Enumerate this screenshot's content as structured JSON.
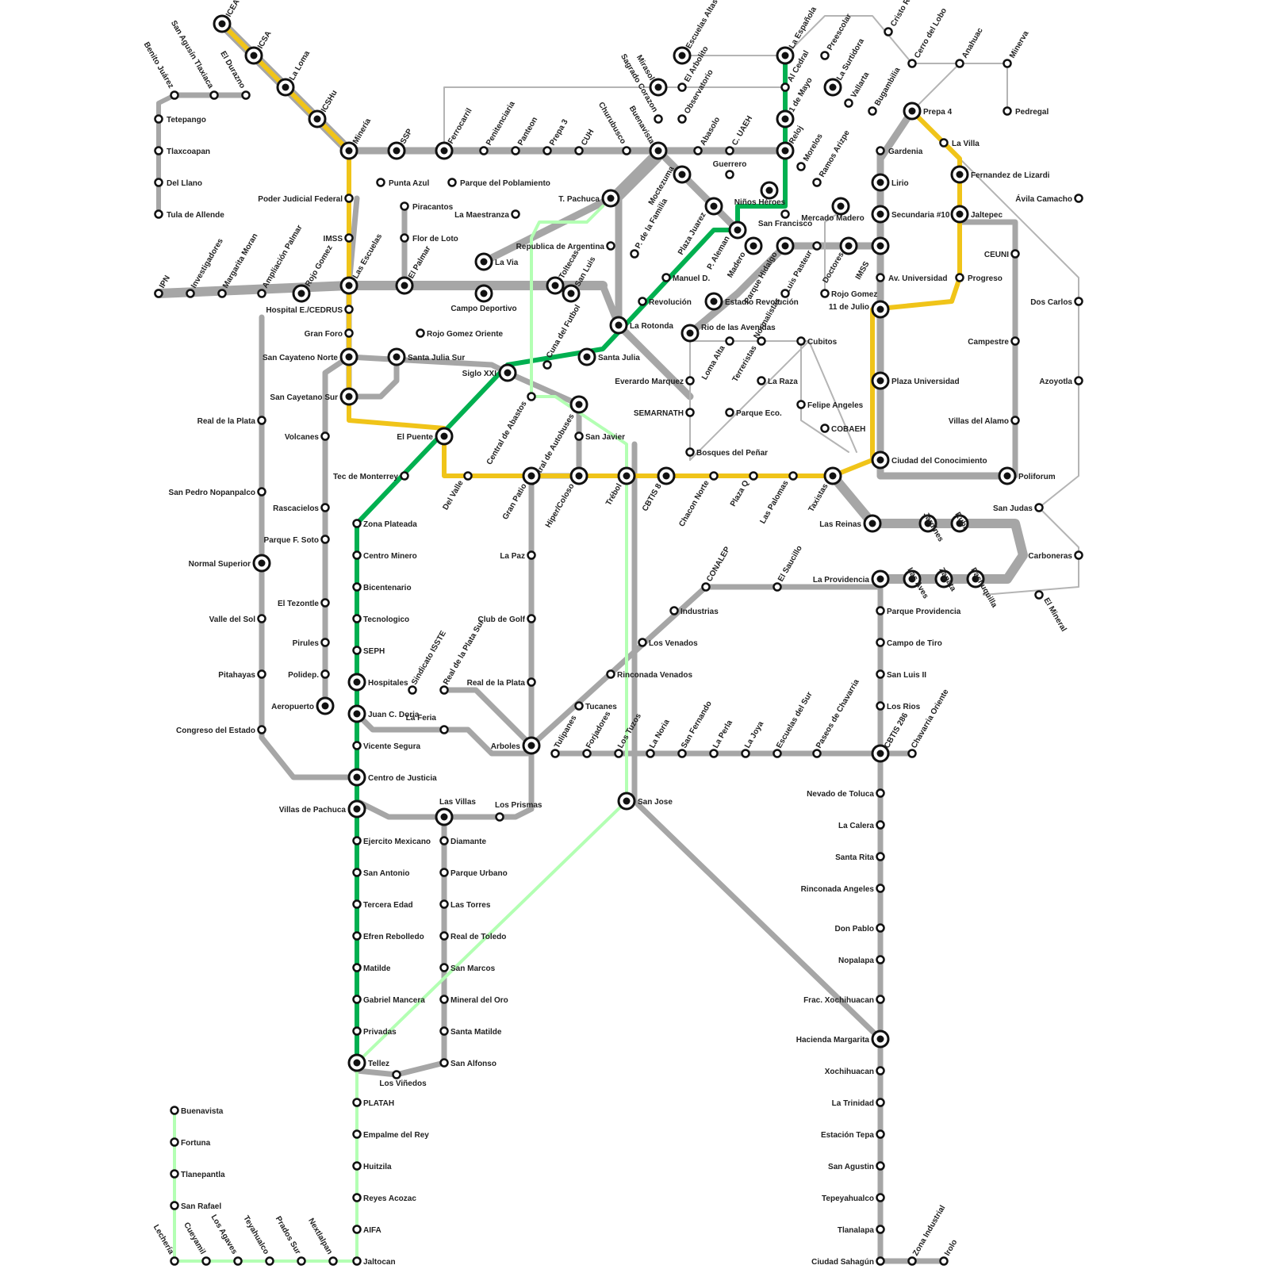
{
  "colors": {
    "gray_line": "#a6a6a6",
    "thin_gray": "#b4b4b4",
    "yellow_line": "#f0c419",
    "green_line": "#00b050",
    "light_green_line": "#b3ffb3",
    "station_stroke": "#111111",
    "station_fill": "#ffffff",
    "label": "#222222"
  },
  "stations": [
    {
      "name": "ICEA",
      "hub": true
    },
    {
      "name": "ICSA",
      "hub": true
    },
    {
      "name": "La Loma",
      "hub": true
    },
    {
      "name": "ICSHu",
      "hub": true
    },
    {
      "name": "Minería",
      "hub": true
    },
    {
      "name": "SSP",
      "hub": true
    },
    {
      "name": "Ferrocarril",
      "hub": true
    },
    {
      "name": "Penitenciaria",
      "hub": false
    },
    {
      "name": "Panteon",
      "hub": false
    },
    {
      "name": "Prepa 3",
      "hub": false
    },
    {
      "name": "CUH",
      "hub": false
    },
    {
      "name": "Churubusco",
      "hub": false
    },
    {
      "name": "Buenavista",
      "hub": true
    },
    {
      "name": "Abasolo",
      "hub": false
    },
    {
      "name": "C. UAEH",
      "hub": false
    },
    {
      "name": "Reloj",
      "hub": true
    },
    {
      "name": "Morelos",
      "hub": false
    },
    {
      "name": "Ramos Arizpe",
      "hub": false
    },
    {
      "name": "Benito Juárez",
      "hub": false
    },
    {
      "name": "San Agusín Tlaxiaca",
      "hub": false
    },
    {
      "name": "El Durazno",
      "hub": false
    },
    {
      "name": "Tetepango",
      "hub": false
    },
    {
      "name": "Tlaxcoapan",
      "hub": false
    },
    {
      "name": "Del Llano",
      "hub": false
    },
    {
      "name": "Tula de Allende",
      "hub": false
    },
    {
      "name": "Mirasol",
      "hub": true
    },
    {
      "name": "Sagrado Corazon",
      "hub": false
    },
    {
      "name": "Escuelas Altas",
      "hub": true
    },
    {
      "name": "El Arbolito",
      "hub": false
    },
    {
      "name": "Observatorio",
      "hub": false
    },
    {
      "name": "La Española",
      "hub": true
    },
    {
      "name": "Al Cedral",
      "hub": false
    },
    {
      "name": "1 de Mayo",
      "hub": true
    },
    {
      "name": "Preescolar",
      "hub": false
    },
    {
      "name": "La Surtidora",
      "hub": true
    },
    {
      "name": "Vallarta",
      "hub": false
    },
    {
      "name": "Bugambilia",
      "hub": false
    },
    {
      "name": "Cristo Rey",
      "hub": false
    },
    {
      "name": "Cerro del Lobo",
      "hub": false
    },
    {
      "name": "Anahuac",
      "hub": false
    },
    {
      "name": "Minerva",
      "hub": false
    },
    {
      "name": "Prepa 4",
      "hub": true
    },
    {
      "name": "Pedregal",
      "hub": false
    },
    {
      "name": "La Villa",
      "hub": false
    },
    {
      "name": "Gardenia",
      "hub": false
    },
    {
      "name": "Fernandez de Lizardi",
      "hub": true
    },
    {
      "name": "Lirio",
      "hub": true
    },
    {
      "name": "Secundaria #10",
      "hub": true
    },
    {
      "name": "Jaltepec",
      "hub": true
    },
    {
      "name": "Ávila Camacho",
      "hub": false
    },
    {
      "name": "Punta Azul",
      "hub": false
    },
    {
      "name": "Parque del Poblamiento",
      "hub": false
    },
    {
      "name": "Piracantos",
      "hub": false
    },
    {
      "name": "Flor de Loto",
      "hub": false
    },
    {
      "name": "Poder Judicial Federal",
      "hub": false
    },
    {
      "name": "IMSS",
      "hub": false
    },
    {
      "name": "T. Pachuca",
      "hub": true
    },
    {
      "name": "La Maestranza",
      "hub": false
    },
    {
      "name": "Republica de Argentina",
      "hub": false
    },
    {
      "name": "Guerrero",
      "hub": false
    },
    {
      "name": "Moctezuma",
      "hub": true
    },
    {
      "name": "Niños Héroes",
      "hub": true
    },
    {
      "name": "San Francisco",
      "hub": false
    },
    {
      "name": "Mercado Madero",
      "hub": true
    },
    {
      "name": "IMSS",
      "hub": true
    },
    {
      "name": "CEUNI",
      "hub": false
    },
    {
      "name": "Progreso",
      "hub": false
    },
    {
      "name": "Av. Universidad",
      "hub": false
    },
    {
      "name": "Dos Carlos",
      "hub": false
    },
    {
      "name": "IPN",
      "hub": false
    },
    {
      "name": "Investigadores",
      "hub": false
    },
    {
      "name": "Margarita Moran",
      "hub": false
    },
    {
      "name": "Ampliación Palmar",
      "hub": false
    },
    {
      "name": "Rojo Gomez",
      "hub": true
    },
    {
      "name": "Las Escuelas",
      "hub": true
    },
    {
      "name": "El Palmar",
      "hub": true
    },
    {
      "name": "La Via",
      "hub": true
    },
    {
      "name": "Toltecas",
      "hub": true
    },
    {
      "name": "San Luis",
      "hub": true
    },
    {
      "name": "Campo Deportivo",
      "hub": true
    },
    {
      "name": "P. de la Familia",
      "hub": false
    },
    {
      "name": "Plaza Juarez",
      "hub": true
    },
    {
      "name": "P. Aleman",
      "hub": true
    },
    {
      "name": "Madero",
      "hub": true
    },
    {
      "name": "Parque Hidalgo",
      "hub": true
    },
    {
      "name": "Luis Pasteur",
      "hub": false
    },
    {
      "name": "Normalistas",
      "hub": false
    },
    {
      "name": "Doctores",
      "hub": true
    },
    {
      "name": "Rojo Gomez",
      "hub": false
    },
    {
      "name": "11 de Julio",
      "hub": true
    },
    {
      "name": "Hospital E./CEDRUS",
      "hub": false
    },
    {
      "name": "Gran Foro",
      "hub": false
    },
    {
      "name": "Manuel D.",
      "hub": false
    },
    {
      "name": "Revolución",
      "hub": false
    },
    {
      "name": "Estadio Revolución",
      "hub": true
    },
    {
      "name": "Rojo Gomez Oriente",
      "hub": false
    },
    {
      "name": "La Rotonda",
      "hub": true
    },
    {
      "name": "Rio de las Avenidas",
      "hub": true
    },
    {
      "name": "Cubitos",
      "hub": false
    },
    {
      "name": "Loma Alta",
      "hub": false
    },
    {
      "name": "Terreristas",
      "hub": false
    },
    {
      "name": "Campestre",
      "hub": false
    },
    {
      "name": "San Cayateno Norte",
      "hub": true
    },
    {
      "name": "Santa Julia Sur",
      "hub": true
    },
    {
      "name": "Cuna del Futbol",
      "hub": false
    },
    {
      "name": "Santa Julia",
      "hub": true
    },
    {
      "name": "Siglo XXI",
      "hub": true
    },
    {
      "name": "Everardo Marquez",
      "hub": false
    },
    {
      "name": "La Raza",
      "hub": false
    },
    {
      "name": "Plaza Universidad",
      "hub": true
    },
    {
      "name": "Azoyotla",
      "hub": false
    },
    {
      "name": "San Cayetano Sur",
      "hub": true
    },
    {
      "name": "Central de Abastos",
      "hub": false
    },
    {
      "name": "Central de Autobuses",
      "hub": true
    },
    {
      "name": "Felipe Angeles",
      "hub": false
    },
    {
      "name": "SEMARNATH",
      "hub": false
    },
    {
      "name": "Parque Eco.",
      "hub": false
    },
    {
      "name": "Real de la Plata",
      "hub": false
    },
    {
      "name": "Villas del Alamo",
      "hub": false
    },
    {
      "name": "COBAEH",
      "hub": false
    },
    {
      "name": "Volcanes",
      "hub": false
    },
    {
      "name": "El Puente",
      "hub": true
    },
    {
      "name": "San Javier",
      "hub": false
    },
    {
      "name": "Bosques del Peñar",
      "hub": false
    },
    {
      "name": "Ciudad del Conocimiento",
      "hub": true
    },
    {
      "name": "Tec de Monterrey",
      "hub": false
    },
    {
      "name": "Del Valle",
      "hub": false
    },
    {
      "name": "Gran Patio",
      "hub": true
    },
    {
      "name": "Hiper/Coloso",
      "hub": true
    },
    {
      "name": "Trébol",
      "hub": true
    },
    {
      "name": "CBTIS 8",
      "hub": true
    },
    {
      "name": "Chacon Norte",
      "hub": false
    },
    {
      "name": "Plaza Q",
      "hub": false
    },
    {
      "name": "Las Palomas",
      "hub": false
    },
    {
      "name": "Taxistas",
      "hub": true
    },
    {
      "name": "Poliforum",
      "hub": true
    },
    {
      "name": "San Pedro Nopanpalco",
      "hub": false
    },
    {
      "name": "San Judas",
      "hub": false
    },
    {
      "name": "Rascacielos",
      "hub": false
    },
    {
      "name": "Zona Plateada",
      "hub": false
    },
    {
      "name": "Las Reinas",
      "hub": true
    },
    {
      "name": "Jardines",
      "hub": true
    },
    {
      "name": "Rubí",
      "hub": true
    },
    {
      "name": "Parque F. Soto",
      "hub": false
    },
    {
      "name": "La Paz",
      "hub": false
    },
    {
      "name": "Centro Minero",
      "hub": false
    },
    {
      "name": "Pachuquilla",
      "hub": true
    },
    {
      "name": "Carboneras",
      "hub": false
    },
    {
      "name": "Normal Superior",
      "hub": true
    },
    {
      "name": "Bicentenario",
      "hub": false
    },
    {
      "name": "CONALEP",
      "hub": false
    },
    {
      "name": "El Saucillo",
      "hub": false
    },
    {
      "name": "La Providencia",
      "hub": true
    },
    {
      "name": "Las Aves",
      "hub": true
    },
    {
      "name": "Zapata",
      "hub": true
    },
    {
      "name": "El Mineral",
      "hub": false
    },
    {
      "name": "El Tezontle",
      "hub": false
    },
    {
      "name": "Industrias",
      "hub": false
    },
    {
      "name": "Parque Providencia",
      "hub": false
    },
    {
      "name": "Valle del Sol",
      "hub": false
    },
    {
      "name": "Tecnologico",
      "hub": false
    },
    {
      "name": "Pirules",
      "hub": false
    },
    {
      "name": "Club de Golf",
      "hub": false
    },
    {
      "name": "Los Venados",
      "hub": false
    },
    {
      "name": "Campo de Tiro",
      "hub": false
    },
    {
      "name": "SEPH",
      "hub": false
    },
    {
      "name": "Pitahayas",
      "hub": false
    },
    {
      "name": "Polidep.",
      "hub": false
    },
    {
      "name": "Rinconada Venados",
      "hub": false
    },
    {
      "name": "San Luis II",
      "hub": false
    },
    {
      "name": "Sindicato ISSTE",
      "hub": false
    },
    {
      "name": "Real de la Plata Sur",
      "hub": false
    },
    {
      "name": "Hospitales",
      "hub": true
    },
    {
      "name": "Real de la Plata",
      "hub": false
    },
    {
      "name": "Aeropuerto",
      "hub": true
    },
    {
      "name": "Tucanes",
      "hub": false
    },
    {
      "name": "Los Rios",
      "hub": false
    },
    {
      "name": "Juan C. Doria",
      "hub": true
    },
    {
      "name": "La Feria",
      "hub": false
    },
    {
      "name": "Congreso del Estado",
      "hub": false
    },
    {
      "name": "Tulipanes",
      "hub": false
    },
    {
      "name": "Forjadores",
      "hub": false
    },
    {
      "name": "Los Tuzos",
      "hub": false
    },
    {
      "name": "La Noria",
      "hub": false
    },
    {
      "name": "San Fernando",
      "hub": false
    },
    {
      "name": "La Perla",
      "hub": false
    },
    {
      "name": "La Joya",
      "hub": false
    },
    {
      "name": "Escuelas del Sur",
      "hub": false
    },
    {
      "name": "Paseos de Chavarria",
      "hub": false
    },
    {
      "name": "CBTIS 286",
      "hub": true
    },
    {
      "name": "Chavarria Oriente",
      "hub": false
    },
    {
      "name": "Vicente Segura",
      "hub": false
    },
    {
      "name": "Arboles",
      "hub": true
    },
    {
      "name": "Centro de Justicia",
      "hub": true
    },
    {
      "name": "Nevado de Toluca",
      "hub": false
    },
    {
      "name": "San Jose",
      "hub": true
    },
    {
      "name": "Las Villas",
      "hub": true
    },
    {
      "name": "Villas de Pachuca",
      "hub": true
    },
    {
      "name": "Los Prismas",
      "hub": false
    },
    {
      "name": "La Calera",
      "hub": false
    },
    {
      "name": "Ejercito Mexicano",
      "hub": false
    },
    {
      "name": "Diamante",
      "hub": false
    },
    {
      "name": "Santa Rita",
      "hub": false
    },
    {
      "name": "San Antonio",
      "hub": false
    },
    {
      "name": "Parque Urbano",
      "hub": false
    },
    {
      "name": "Rinconada Angeles",
      "hub": false
    },
    {
      "name": "Tercera Edad",
      "hub": false
    },
    {
      "name": "Las Torres",
      "hub": false
    },
    {
      "name": "Don Pablo",
      "hub": false
    },
    {
      "name": "Efren Rebolledo",
      "hub": false
    },
    {
      "name": "Real de Toledo",
      "hub": false
    },
    {
      "name": "Nopalapa",
      "hub": false
    },
    {
      "name": "Matilde",
      "hub": false
    },
    {
      "name": "San Marcos",
      "hub": false
    },
    {
      "name": "Gabriel Mancera",
      "hub": false
    },
    {
      "name": "Mineral del Oro",
      "hub": false
    },
    {
      "name": "Frac. Xochihuacan",
      "hub": false
    },
    {
      "name": "Privadas",
      "hub": false
    },
    {
      "name": "Santa Matilde",
      "hub": false
    },
    {
      "name": "Hacienda Margarita",
      "hub": true
    },
    {
      "name": "Tellez",
      "hub": true
    },
    {
      "name": "San Alfonso",
      "hub": false
    },
    {
      "name": "Los Viñedos",
      "hub": false
    },
    {
      "name": "Xochihuacan",
      "hub": false
    },
    {
      "name": "PLATAH",
      "hub": false
    },
    {
      "name": "La Trinidad",
      "hub": false
    },
    {
      "name": "Buenavista",
      "hub": false
    },
    {
      "name": "Empalme del Rey",
      "hub": false
    },
    {
      "name": "Estación Tepa",
      "hub": false
    },
    {
      "name": "Fortuna",
      "hub": false
    },
    {
      "name": "Huitzila",
      "hub": false
    },
    {
      "name": "San Agustin",
      "hub": false
    },
    {
      "name": "Tlanepantla",
      "hub": false
    },
    {
      "name": "Reyes Acozac",
      "hub": false
    },
    {
      "name": "Tepeyahualco",
      "hub": false
    },
    {
      "name": "San Rafael",
      "hub": false
    },
    {
      "name": "AIFA",
      "hub": false
    },
    {
      "name": "Tlanalapa",
      "hub": false
    },
    {
      "name": "Lechería",
      "hub": false
    },
    {
      "name": "Cueyamil",
      "hub": false
    },
    {
      "name": "Los Agaves",
      "hub": false
    },
    {
      "name": "Teyahualco",
      "hub": false
    },
    {
      "name": "Prados Sur",
      "hub": false
    },
    {
      "name": "Nextlalpan",
      "hub": false
    },
    {
      "name": "Jaltocan",
      "hub": false
    },
    {
      "name": "Ciudad Sahagún",
      "hub": false
    },
    {
      "name": "Zona Industrial",
      "hub": false
    },
    {
      "name": "Irolo",
      "hub": false
    }
  ]
}
